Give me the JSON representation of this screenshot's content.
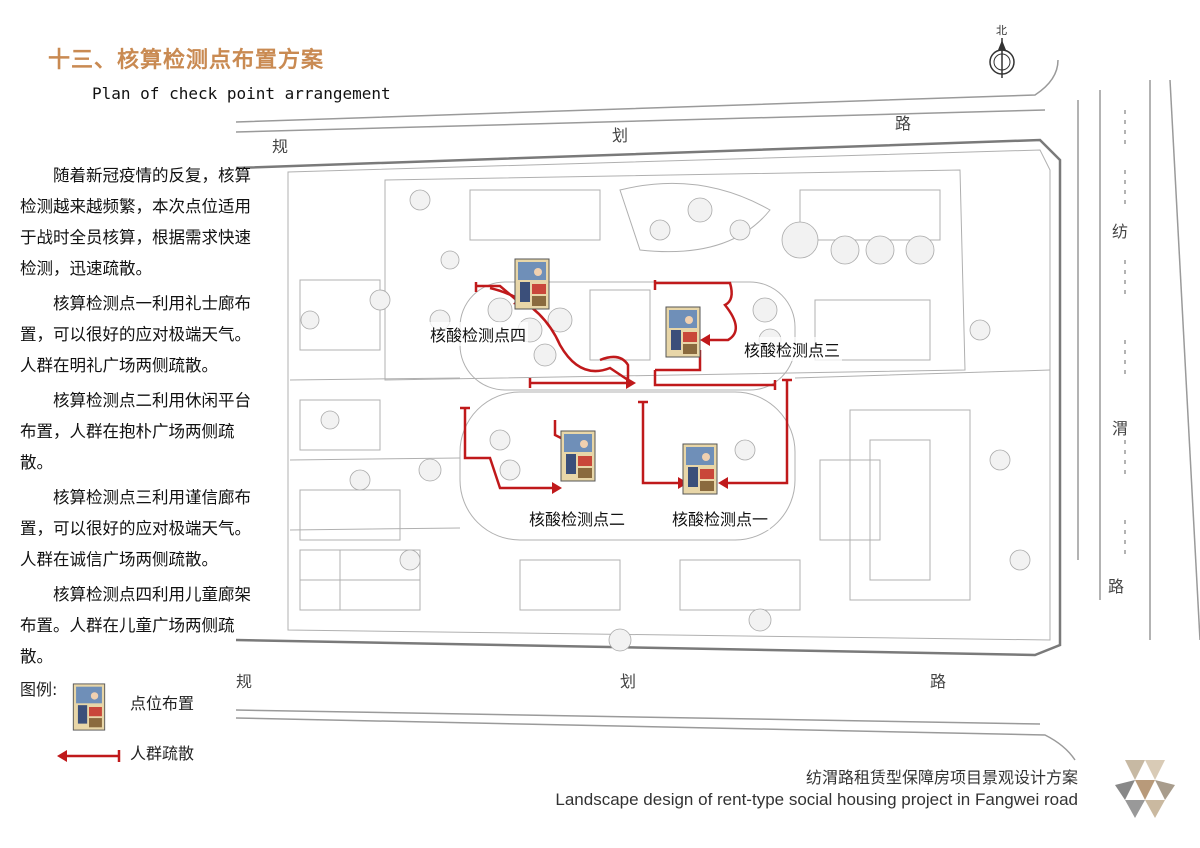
{
  "title": {
    "zh": "十三、核算检测点布置方案",
    "en": "Plan of check point arrangement"
  },
  "description": [
    "随着新冠疫情的反复，核算检测越来越频繁，本次点位适用于战时全员核算，根据需求快速检测，迅速疏散。",
    "核算检测点一利用礼士廊布置，可以很好的应对极端天气。人群在明礼广场两侧疏散。",
    "核算检测点二利用休闲平台布置，人群在抱朴广场两侧疏散。",
    "核算检测点三利用谨信廊布置，可以很好的应对极端天气。人群在诚信广场两侧疏散。",
    "核算检测点四利用儿童廊架布置。人群在儿童广场两侧疏散。"
  ],
  "legend": {
    "title": "图例:",
    "point_label": "点位布置",
    "route_label": "人群疏散"
  },
  "points": [
    {
      "label": "核酸检测点四"
    },
    {
      "label": "核酸检测点三"
    },
    {
      "label": "核酸检测点二"
    },
    {
      "label": "核酸检测点一"
    }
  ],
  "roads": {
    "top": [
      "规",
      "划",
      "路"
    ],
    "bottom": [
      "规",
      "划",
      "路"
    ],
    "right": [
      "纺",
      "渭",
      "路"
    ]
  },
  "compass": {
    "north": "北"
  },
  "footer": {
    "zh": "纺渭路租赁型保障房项目景观设计方案",
    "en": "Landscape design of rent-type social housing project in Fangwei road"
  },
  "colors": {
    "title": "#c98a52",
    "route": "#c0191b",
    "plan_line": "#8a8a8a"
  }
}
